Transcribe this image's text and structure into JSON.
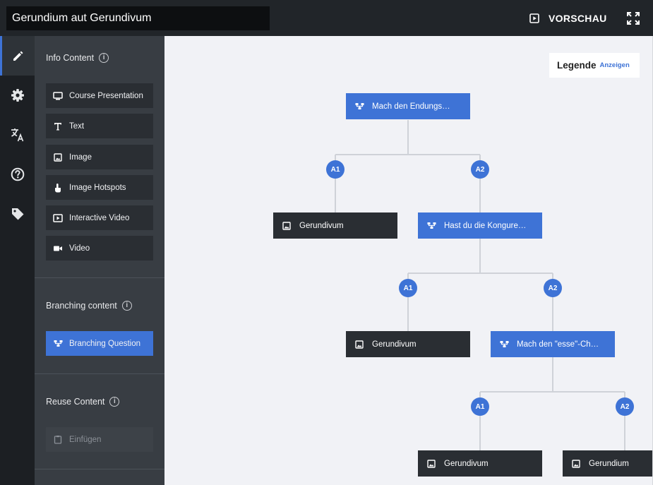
{
  "header": {
    "title_value": "Gerundium aut Gerundivum",
    "preview_label": "VORSCHAU"
  },
  "sidebar_icons": [
    "pencil-icon",
    "gear-icon",
    "translate-icon",
    "help-icon",
    "tag-icon"
  ],
  "panel": {
    "info": {
      "title": "Info Content",
      "items": [
        "Course Presentation",
        "Text",
        "Image",
        "Image Hotspots",
        "Interactive Video",
        "Video"
      ]
    },
    "branching": {
      "title": "Branching content",
      "item": "Branching Question"
    },
    "reuse": {
      "title": "Reuse Content",
      "item": "Einfügen"
    }
  },
  "legend": {
    "title": "Legende",
    "link": "Anzeigen"
  },
  "tree": {
    "n1": "Mach den Endungs…",
    "n2": "Gerundivum",
    "n3": "Hast du die Kongure…",
    "n4": "Gerundivum",
    "n5": "Mach den \"esse\"-Ch…",
    "n6": "Gerundivum",
    "n7": "Gerundium",
    "a1": "A1",
    "a2": "A2"
  },
  "colors": {
    "accent": "#3e73d6",
    "topbar": "#212529",
    "panel": "#383d43",
    "content_node": "#2a2e33"
  }
}
